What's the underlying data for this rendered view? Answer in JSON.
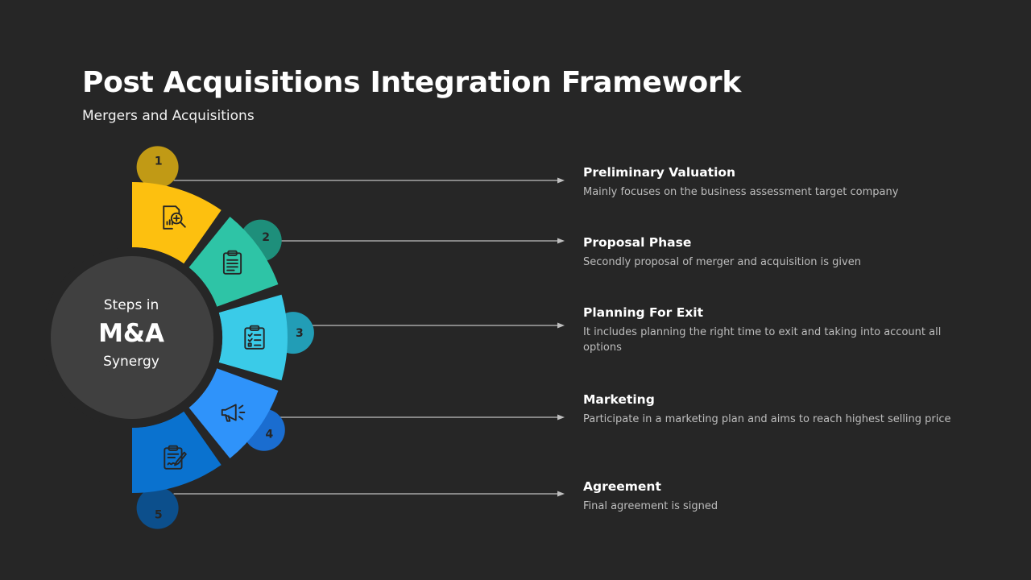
{
  "header": {
    "title": "Post Acquisitions Integration Framework",
    "subtitle": "Mergers and Acquisitions"
  },
  "center": {
    "line1": "Steps in",
    "line2": "M&A",
    "line3": "Synergy"
  },
  "colors": {
    "background": "#262626",
    "hub": "#404040",
    "connector": "#bfbfbf"
  },
  "steps": [
    {
      "number": "1",
      "title": "Preliminary Valuation",
      "description": "Mainly focuses on the business assessment target company",
      "color": "#FDC00F",
      "badge_color": "#C19A15",
      "icon": "magnifier-document-icon"
    },
    {
      "number": "2",
      "title": "Proposal Phase",
      "description": "Secondly proposal of merger and acquisition is given",
      "color": "#2EC4A6",
      "badge_color": "#1E8F7B",
      "icon": "clipboard-icon"
    },
    {
      "number": "3",
      "title": "Planning For Exit",
      "description": "It includes planning the right time to exit and taking into account all options",
      "color": "#3ACBE8",
      "badge_color": "#229DB6",
      "icon": "checklist-icon"
    },
    {
      "number": "4",
      "title": "Marketing",
      "description": "Participate in a marketing  plan and aims to reach highest selling price",
      "color": "#2F93FA",
      "badge_color": "#1A6DD0",
      "icon": "megaphone-icon"
    },
    {
      "number": "5",
      "title": "Agreement",
      "description": "Final agreement is signed",
      "color": "#0A72CF",
      "badge_color": "#0C4F8C",
      "icon": "signed-document-icon"
    }
  ]
}
